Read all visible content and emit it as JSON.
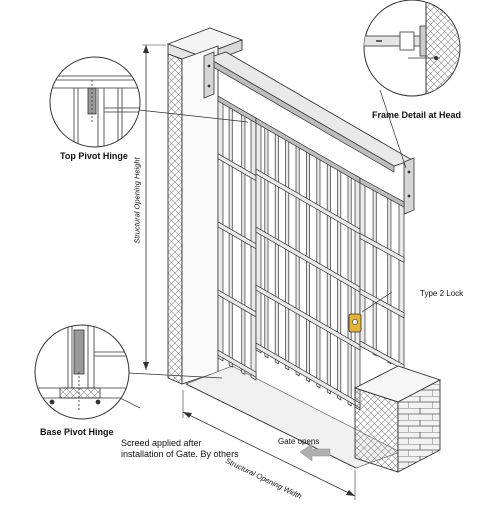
{
  "labels": {
    "top_pivot_hinge": "Top Pivot Hinge",
    "frame_detail_at_head": "Frame Detail at Head",
    "type_2_lock": "Type 2 Lock",
    "base_pivot_hinge": "Base Pivot Hinge",
    "screed_note": "Screed applied after installation of Gate. By others",
    "gate_opens": "Gate opens",
    "structural_opening_height": "Structural Opening Height",
    "structural_opening_width": "Structural Opening Width"
  },
  "colors": {
    "line": "#333333",
    "frame": "#e9e9e9",
    "frame_dark": "#bdbdbd",
    "arrow": "#b0b0b0",
    "lock": "#e2b23a"
  }
}
